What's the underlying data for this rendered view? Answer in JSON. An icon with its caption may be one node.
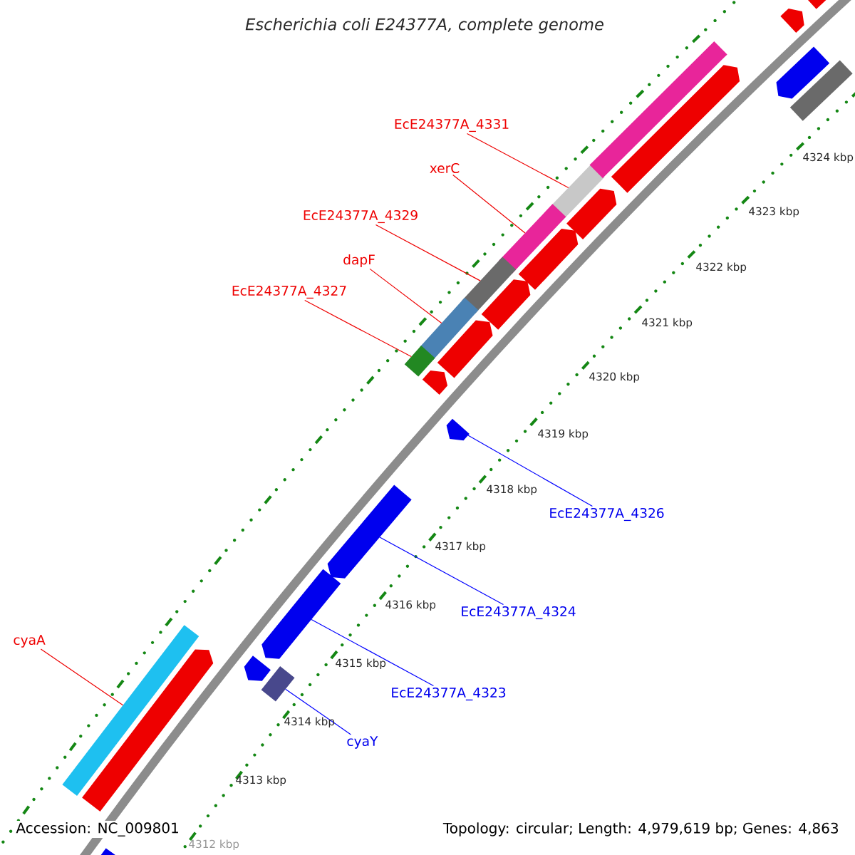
{
  "diagram": {
    "title": "Escherichia coli E24377A, complete genome",
    "nodes": [
      {
        "text": [
          "EcE24377A_4331"
        ]
      },
      {
        "text": [
          "xerC"
        ]
      },
      {
        "text": [
          "EcE24377A_4329"
        ]
      },
      {
        "text": [
          "dapF"
        ]
      },
      {
        "text": [
          "EcE24377A_4327"
        ]
      },
      {
        "text": [
          "EcE24377A_4326"
        ]
      },
      {
        "text": [
          "EcE24377A_4324"
        ]
      },
      {
        "text": [
          "EcE24377A_4323"
        ]
      },
      {
        "text": [
          "cyaY"
        ]
      },
      {
        "text": [
          "cyaA"
        ]
      },
      {
        "text": [],
        "shape": "bar"
      },
      {
        "text": [],
        "shape": "bar"
      },
      {
        "text": [],
        "shape": "bar"
      },
      {
        "text": [],
        "shape": "bar"
      },
      {
        "text": [],
        "shape": "bar"
      },
      {
        "text": [],
        "shape": "arrow"
      },
      {
        "text": [],
        "shape": "arrow"
      },
      {
        "text": [],
        "shape": "arrow"
      },
      {
        "text": [],
        "shape": "bar"
      },
      {
        "text": [],
        "shape": "bar"
      },
      {
        "text": [],
        "shape": "arrow"
      },
      {
        "text": [],
        "shape": "arrow"
      },
      {
        "text": [],
        "shape": "arrow"
      },
      {
        "text": [],
        "shape": "arrow"
      },
      {
        "text": [],
        "shape": "arrow"
      },
      {
        "text": [],
        "shape": "arrow"
      },
      {
        "text": [],
        "shape": "arrow"
      },
      {
        "text": [],
        "shape": "arrow"
      },
      {
        "text": [],
        "shape": "arrow"
      },
      {
        "text": [],
        "shape": "bar"
      },
      {
        "text": [],
        "shape": "arrow"
      },
      {
        "text": [],
        "shape": "arrow"
      },
      {
        "text": [],
        "shape": "arrow"
      },
      {
        "text": [],
        "shape": "bar"
      }
    ],
    "edges": [
      {
        "from": 0,
        "to": 10,
        "arrow": "none"
      },
      {
        "from": 1,
        "to": 11,
        "arrow": "none"
      },
      {
        "from": 2,
        "to": 12,
        "arrow": "none"
      },
      {
        "from": 3,
        "to": 13,
        "arrow": "none"
      },
      {
        "from": 4,
        "to": 14,
        "arrow": "none"
      },
      {
        "from": 5,
        "to": 15,
        "arrow": "none",
        "color": "#0000ff"
      },
      {
        "from": 6,
        "to": 16,
        "arrow": "none",
        "color": "#0000ff"
      },
      {
        "from": 7,
        "to": 17,
        "arrow": "none",
        "color": "#0000ff"
      },
      {
        "from": 8,
        "to": 18,
        "arrow": "none",
        "color": "#0000ff"
      },
      {
        "from": 9,
        "to": 19,
        "arrow": "none"
      }
    ],
    "labels": [
      "4324 kbp",
      "4323 kbp",
      "4322 kbp",
      "4321 kbp",
      "4320 kbp",
      "4319 kbp",
      "4318 kbp",
      "4317 kbp",
      "4316 kbp",
      "4315 kbp",
      "4314 kbp",
      "4313 kbp",
      "4312 kbp",
      "Accession: NC_009801",
      "Topology: circular; Length: 4,979,619 bp; Genes: 4,863"
    ]
  }
}
